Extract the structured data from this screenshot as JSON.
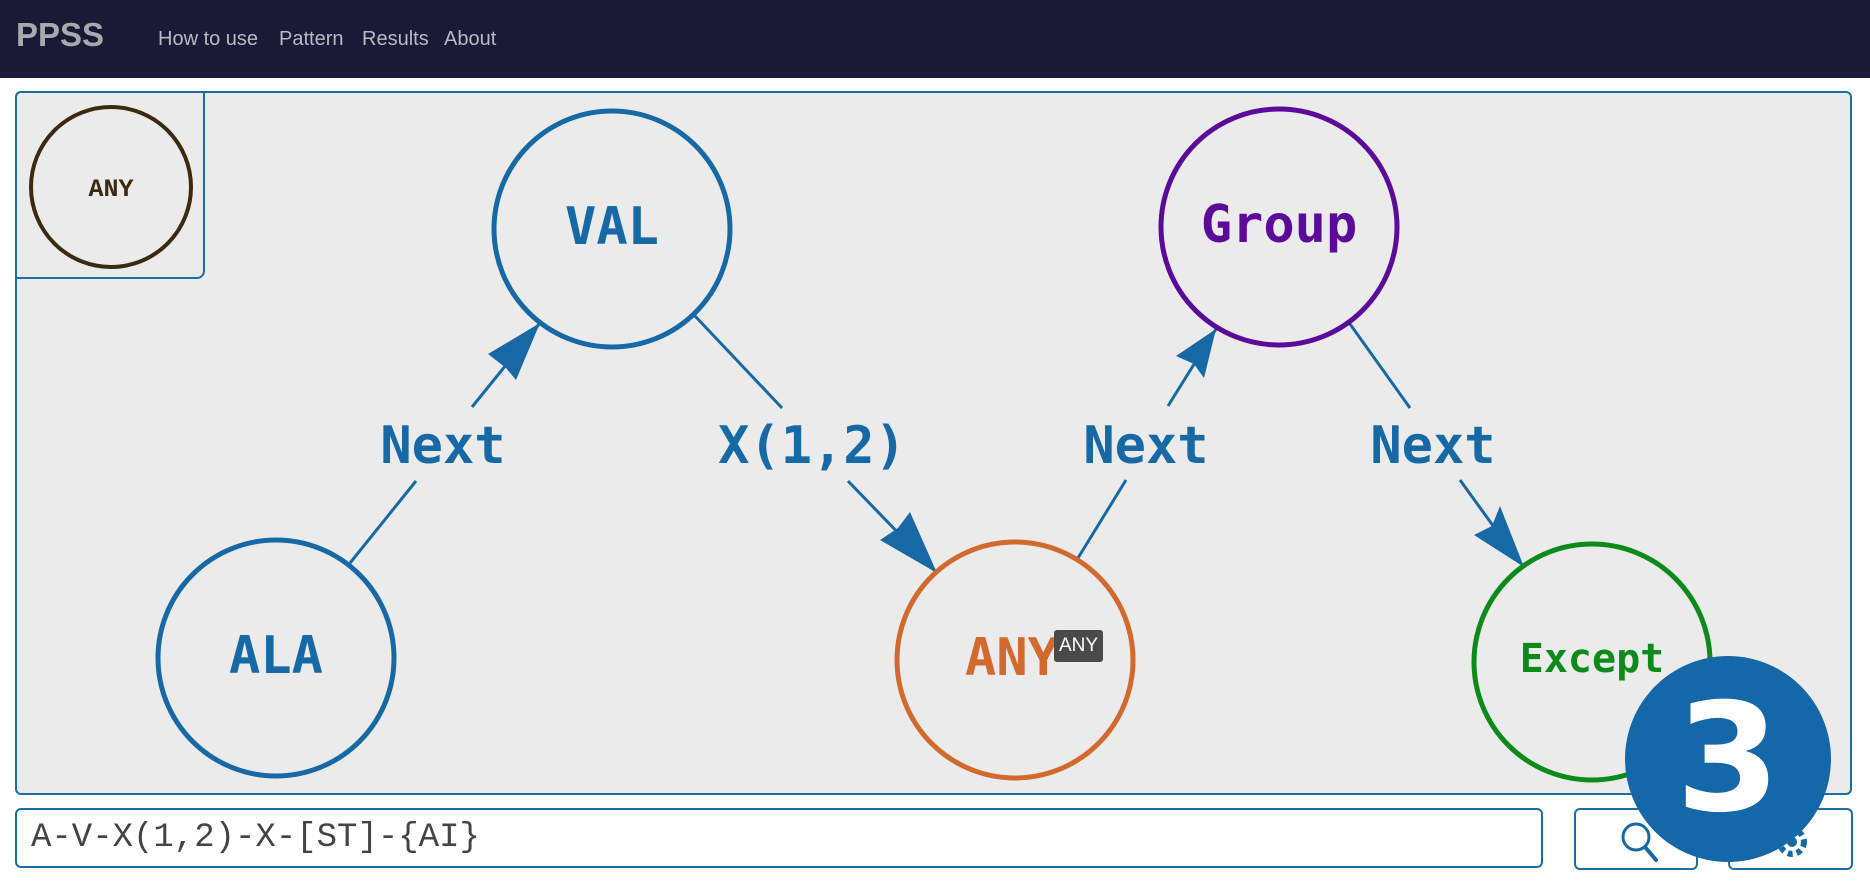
{
  "navbar": {
    "brand": "PPSS",
    "links": [
      "How to use",
      "Pattern",
      "Results",
      "About"
    ]
  },
  "palette": {
    "node_label": "ANY"
  },
  "graph": {
    "nodes": {
      "ala": "ALA",
      "val": "VAL",
      "any": "ANY",
      "group": "Group",
      "except": "Except"
    },
    "edges": {
      "ala_val": "Next",
      "val_any": "X(1,2)",
      "any_group": "Next",
      "group_except": "Next"
    },
    "tooltip": "ANY"
  },
  "pattern_input": {
    "value": "A-V-X(1,2)-X-[ST]-{AI}"
  },
  "buttons": {
    "search_icon": "search-icon",
    "settings_icon": "gear-icon"
  },
  "badge": "3",
  "colors": {
    "navbar": "#1b1a36",
    "edge": "#1769a6",
    "node_any": "#d2692d",
    "node_group": "#5b0a99",
    "node_except": "#0c8a1a",
    "palette_any": "#3b2a12"
  }
}
